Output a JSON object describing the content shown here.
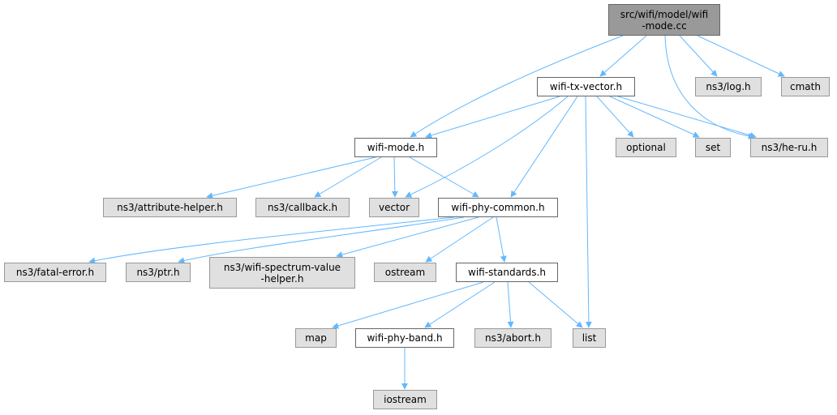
{
  "colors": {
    "edge": "#63b8ff",
    "root_fill": "#999999",
    "header_fill": "#ffffff",
    "system_fill": "#e0e0e0",
    "border": "#999999"
  },
  "nodes": {
    "root": "src/wifi/model/wifi\n-mode.cc",
    "wifi_tx_vector": "wifi-tx-vector.h",
    "ns3_log": "ns3/log.h",
    "cmath": "cmath",
    "wifi_mode": "wifi-mode.h",
    "optional": "optional",
    "set": "set",
    "ns3_he_ru": "ns3/he-ru.h",
    "ns3_attribute_helper": "ns3/attribute-helper.h",
    "ns3_callback": "ns3/callback.h",
    "vector": "vector",
    "wifi_phy_common": "wifi-phy-common.h",
    "ns3_fatal_error": "ns3/fatal-error.h",
    "ns3_ptr": "ns3/ptr.h",
    "ns3_wifi_spectrum_value_helper": "ns3/wifi-spectrum-value\n-helper.h",
    "ostream": "ostream",
    "wifi_standards": "wifi-standards.h",
    "map": "map",
    "wifi_phy_band": "wifi-phy-band.h",
    "ns3_abort": "ns3/abort.h",
    "list": "list",
    "iostream": "iostream"
  }
}
